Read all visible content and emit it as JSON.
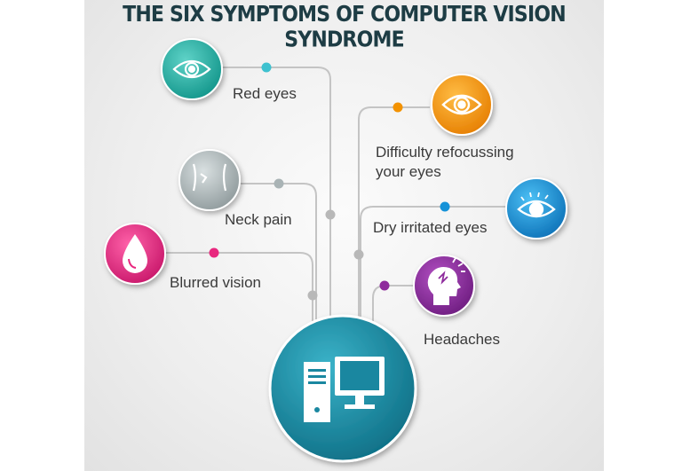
{
  "title": "THE SIX SYMPTOMS OF COMPUTER VISION SYNDROME",
  "center": {
    "icon": "computer-monitor-icon"
  },
  "symptoms": [
    {
      "label": "Red eyes",
      "icon": "eye-icon",
      "color": "#1fb6a8"
    },
    {
      "label": "Neck pain",
      "icon": "neck-icon",
      "color": "#a9b3b5"
    },
    {
      "label": "Blurred vision",
      "icon": "droplet-icon",
      "color": "#e8277e"
    },
    {
      "label_line1": "Difficulty refocussing",
      "label_line2": "your eyes",
      "icon": "eye-target-icon",
      "color": "#f39200"
    },
    {
      "label": "Dry irritated eyes",
      "icon": "eye-icon",
      "color": "#1592d8"
    },
    {
      "label": "Headaches",
      "icon": "head-pain-icon",
      "color": "#8e2a9c"
    }
  ]
}
